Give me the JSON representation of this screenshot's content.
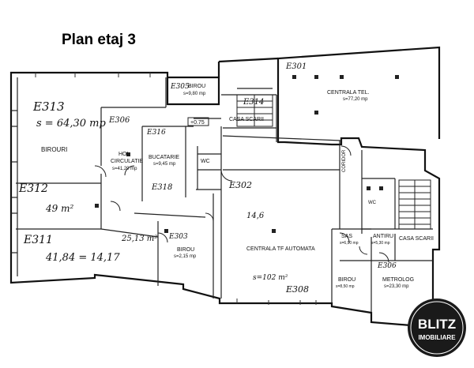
{
  "title": "Plan etaj 3",
  "rooms": {
    "e313_tag": "E313",
    "e313_area": "s = 64,30 mp",
    "birouri_label": "BIROURI",
    "e312_tag": "E312",
    "e312_area": "49 m²",
    "e311_tag": "E311",
    "e311_area": "41,84 = 14,17",
    "hol_label": "HOL",
    "circulatie_label": "CIRCULATIE",
    "hol_area": "s=41,20 mp",
    "e306_tag": "E306",
    "e305_tag": "E305",
    "birou_top_label": "BIROU",
    "birou_top_area": "s=9,80 mp",
    "e314_tag": "E314",
    "casa_scarii_label": "CASA SCARII",
    "ref_label": "+0.75",
    "e316_tag": "E316",
    "bucatarie_label": "BUCATARIE",
    "bucatarie_area": "s=9,45 mp",
    "e318_tag": "E318",
    "wc_label": "WC",
    "room_small_area": "25,13 m²",
    "e303_tag": "E303",
    "birou_mid_label": "BIROU",
    "birou_mid_area": "s=2,15 mp",
    "centrala_tel_label": "CENTRALA TEL.",
    "centrala_tel_area": "s=77,20 mp",
    "e301_tag": "E301",
    "e302_tag": "E302",
    "e302_area": "14,6",
    "centrala_auto_label": "CENTRALA TF AUTOMATA",
    "centrala_auto_area": "s=102 m²",
    "e308_tag": "E308",
    "coridor_label": "CORIDOR",
    "sas_label": "SAS",
    "sas_area": "s=6,90 mp",
    "antiru_label": "ANTIRU",
    "antiru_area": "s=5,30 mp",
    "casa_scarii_right_label": "CASA SCARII",
    "birou_small_label": "BIROU",
    "birou_small_area": "s=8,50 mp",
    "metrolog_label": "METROLOG",
    "metrolog_area": "s=23,30 mp",
    "e306b_tag": "E306",
    "wc2_label": "WC"
  },
  "logo": {
    "line1": "BLITZ",
    "line2": "IMOBILIARE"
  }
}
